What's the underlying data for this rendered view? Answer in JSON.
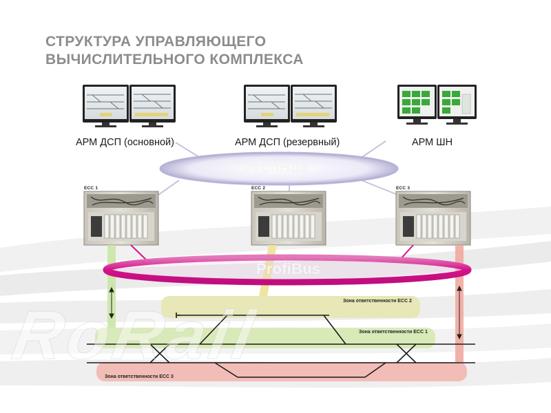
{
  "title": {
    "line1": "СТРУКТУРА УПРАВЛЯЮЩЕГО",
    "line2": "ВЫЧИСЛИТЕЛЬНОГО КОМПЛЕКСА"
  },
  "workstations": [
    {
      "label": "АРМ ДСП (основной)",
      "screen_style": "track-layout"
    },
    {
      "label": "АРМ ДСП (резервный)",
      "screen_style": "track-layout"
    },
    {
      "label": "АРМ ШН",
      "screen_style": "green-blocks"
    }
  ],
  "buses": {
    "upper": {
      "label": "ProfiBus",
      "color": "#b7b3d6"
    },
    "lower": {
      "label": "ProfiBus",
      "color": "#d4128c"
    }
  },
  "controllers": [
    {
      "tag": "ECC 1"
    },
    {
      "tag": "ECC 2"
    },
    {
      "tag": "ECC 3"
    }
  ],
  "zones": [
    {
      "label": "Зона ответственности ЕСС 2",
      "color": "#e6e6b4"
    },
    {
      "label": "Зона ответственности ЕСС 1",
      "color": "#d7e9b4"
    },
    {
      "label": "Зона ответственности ЕСС 3",
      "color": "#f2b9b2"
    }
  ],
  "colors": {
    "link_green": "#cbe6a6",
    "link_yellow": "#eee49b",
    "link_red": "#f0a9a0",
    "title_gray": "#8c8c8c"
  },
  "icons": {
    "arrow": "double-headed-vertical-arrow",
    "monitor": "lcd-monitor-icon",
    "cabinet": "relay-cabinet-icon"
  },
  "watermark": "RoRail"
}
